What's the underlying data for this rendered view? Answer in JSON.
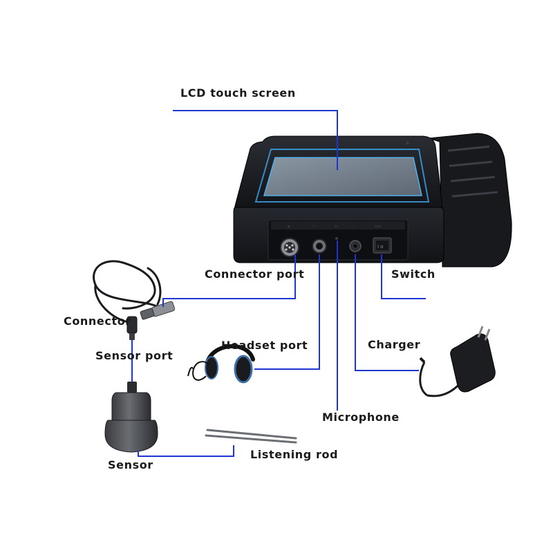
{
  "labels": {
    "lcd_touch_screen": "LCD touch screen",
    "connector_port": "Connector port",
    "switch": "Switch",
    "connector": "Connector",
    "headset_port": "Headset port",
    "charger": "Charger",
    "sensor_port": "Sensor port",
    "microphone": "Microphone",
    "sensor": "Sensor",
    "listening_rod": "Listening rod"
  },
  "colors": {
    "leader_line": "#1e35d6",
    "device_body": "#1b1d22",
    "screen_glow": "#3aa0e6",
    "label_text": "#1a1a1a"
  }
}
